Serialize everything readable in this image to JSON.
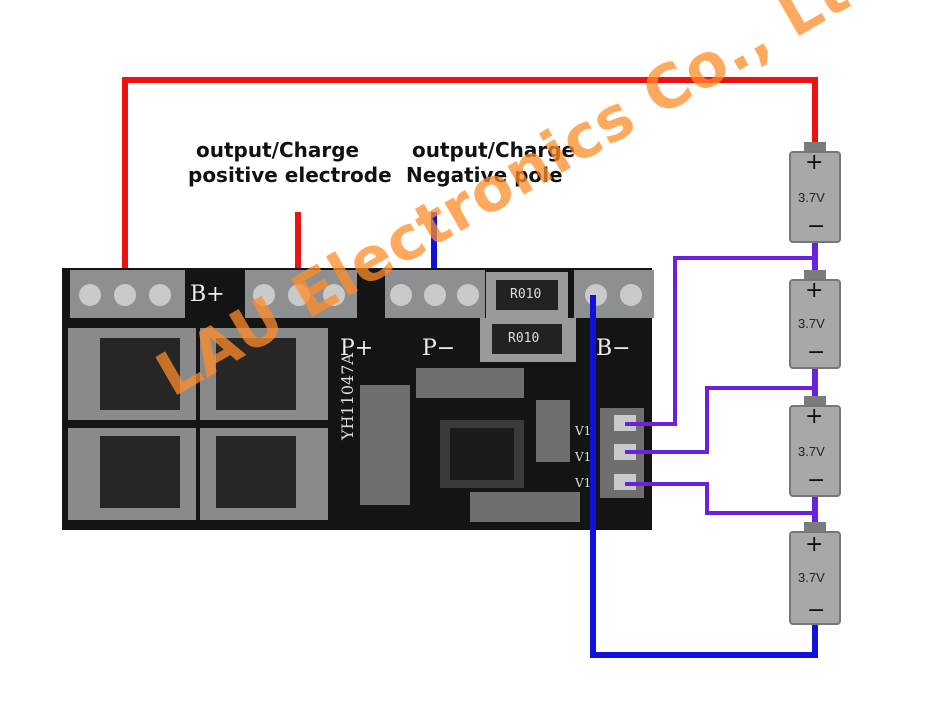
{
  "labels": {
    "positive_line1": "output/Charge",
    "positive_line2": "positive electrode",
    "negative_line1": "output/Charge",
    "negative_line2": "Negative pole"
  },
  "board": {
    "terminal_b_plus": "B+",
    "terminal_p_plus": "P+",
    "terminal_p_minus": "P−",
    "terminal_b_minus": "B−",
    "model": "YH11047A",
    "resistor_1": "R010",
    "resistor_2": "R010",
    "pin_v1": "V1",
    "pin_v2": "V1",
    "pin_v3": "V1"
  },
  "batteries": [
    {
      "plus": "+",
      "voltage": "3.7V",
      "minus": "−"
    },
    {
      "plus": "+",
      "voltage": "3.7V",
      "minus": "−"
    },
    {
      "plus": "+",
      "voltage": "3.7V",
      "minus": "−"
    },
    {
      "plus": "+",
      "voltage": "3.7V",
      "minus": "−"
    }
  ],
  "watermark": "LAU Electronics Co., Ltd.",
  "colors": {
    "positive_wire": "#ee1111",
    "negative_wire": "#1111dd",
    "balance_wire": "#6a22dd",
    "board": "#141414",
    "battery_body": "#a8a8a8"
  }
}
